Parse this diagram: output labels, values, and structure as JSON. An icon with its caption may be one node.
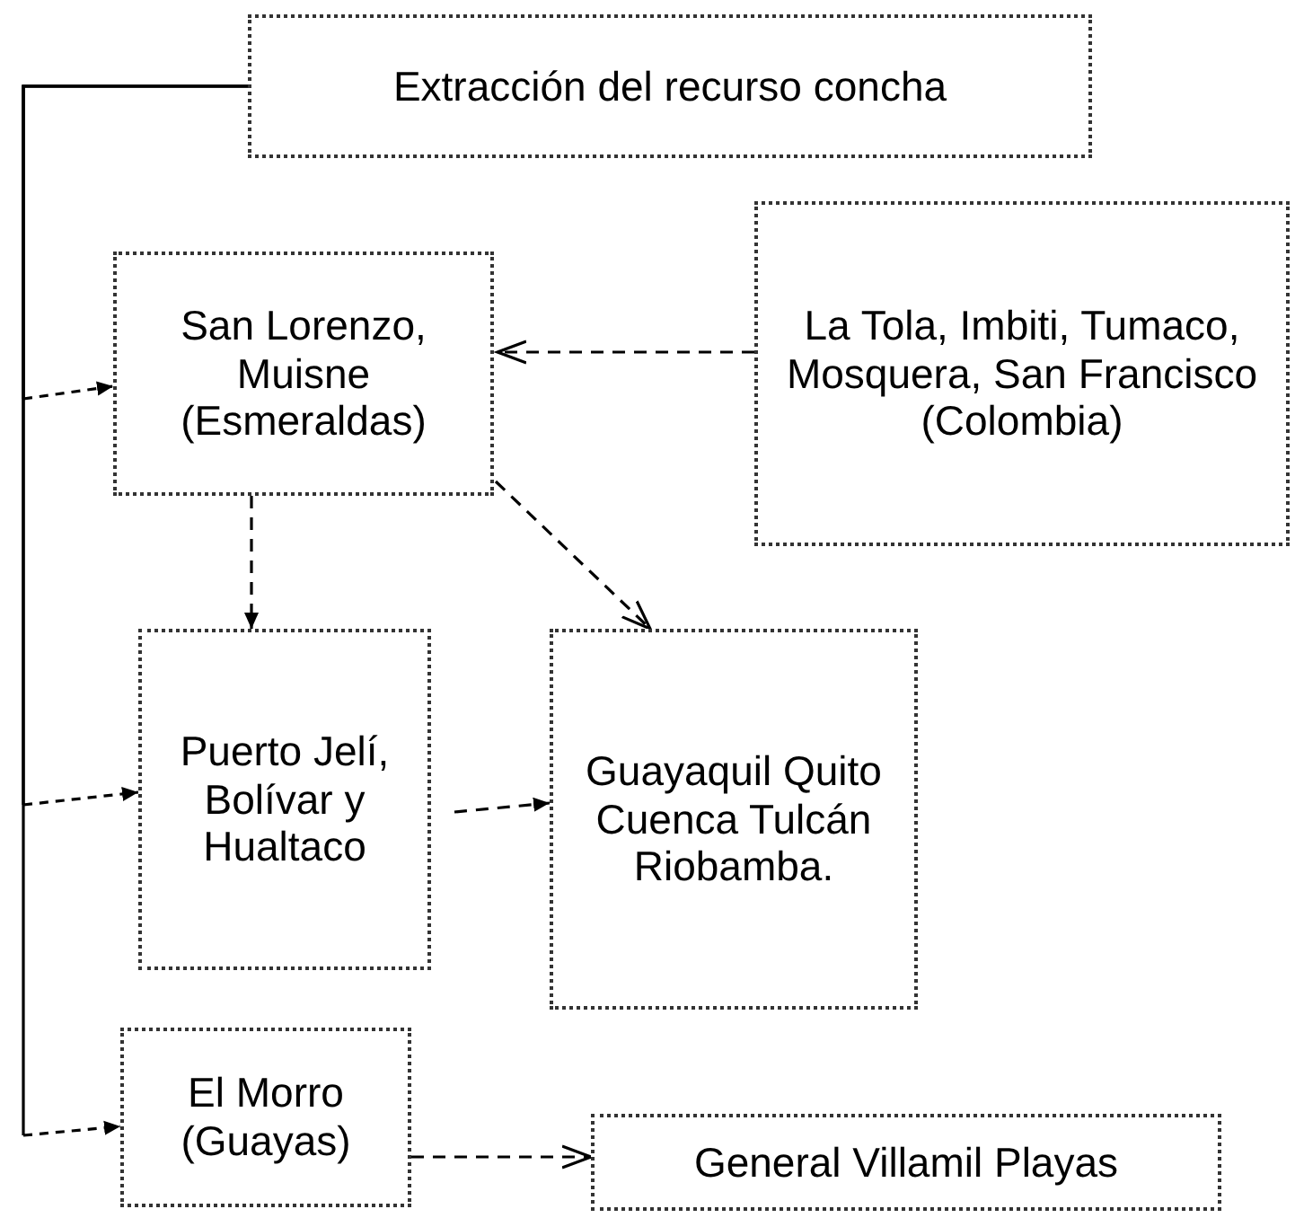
{
  "diagram": {
    "nodes": [
      {
        "text": [
          "Extracción del recurso concha"
        ]
      },
      {
        "text": [
          "San Lorenzo, Muisne (Esmeraldas)"
        ]
      },
      {
        "text": [
          "La Tola, Imbiti, Tumaco, Mosquera, San Francisco (Colombia)"
        ]
      },
      {
        "text": [
          "Puerto Jelí, Bolívar y Hualtaco"
        ]
      },
      {
        "text": [
          "Guayaquil Quito Cuenca Tulcán Riobamba."
        ]
      },
      {
        "text": [
          "El Morro (Guayas)"
        ]
      },
      {
        "text": [
          "General Villamil Playas"
        ]
      }
    ],
    "edges": [
      {
        "from": 0,
        "to": 1,
        "arrow": "to"
      },
      {
        "from": 0,
        "to": 3,
        "arrow": "to"
      },
      {
        "from": 0,
        "to": 5,
        "arrow": "to"
      },
      {
        "from": 2,
        "to": 1,
        "arrow": "to"
      },
      {
        "from": 1,
        "to": 3,
        "arrow": "to"
      },
      {
        "from": 1,
        "to": 4,
        "arrow": "to"
      },
      {
        "from": 3,
        "to": 4,
        "arrow": "to"
      },
      {
        "from": 5,
        "to": 6,
        "arrow": "to"
      }
    ]
  }
}
